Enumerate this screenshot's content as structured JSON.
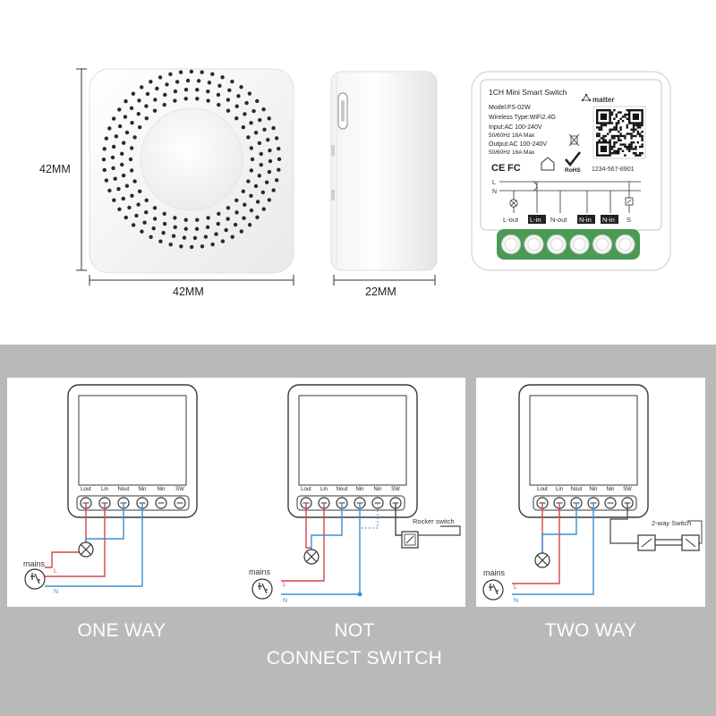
{
  "dimensions": {
    "height_label": "42MM",
    "width_label": "42MM",
    "depth_label": "22MM"
  },
  "product_label": {
    "title": "1CH Mini Smart Switch",
    "brand": "matter",
    "model": "Model:FS-02W",
    "wireless": "Wireless Type:WiFi2.4G",
    "input_line1": "Input:AC 100-240V",
    "input_line2": "50/60Hz 16A Max",
    "output_line1": "Output:AC 100-240V",
    "output_line2": "50/60Hz 16A Max",
    "cert_ce": "CE",
    "cert_fc": "FC",
    "cert_rohs": "RoHS",
    "pairing_code": "1234-567-8901",
    "bus_l": "L",
    "bus_n": "N",
    "term_lout": "L-out",
    "term_lin": "L-in",
    "term_nout": "N-out",
    "term_nin1": "N-in",
    "term_nin2": "N-in",
    "term_s": "S"
  },
  "wiring": {
    "terminals": [
      "Lout",
      "Lin",
      "Nout",
      "Nin",
      "Nin",
      "SW"
    ],
    "mains_label": "mains",
    "wire_l": "L",
    "wire_n": "N",
    "rocker_label": "Rocker switch",
    "two_way_label": "2-way Switch",
    "colors": {
      "live": "#d9434a",
      "neutral": "#3d8fd1",
      "switch": "#444444"
    }
  },
  "captions": {
    "one_way": "ONE WAY",
    "not_connect_line1": "NOT",
    "not_connect_line2": "CONNECT SWITCH",
    "two_way": "TWO WAY"
  }
}
